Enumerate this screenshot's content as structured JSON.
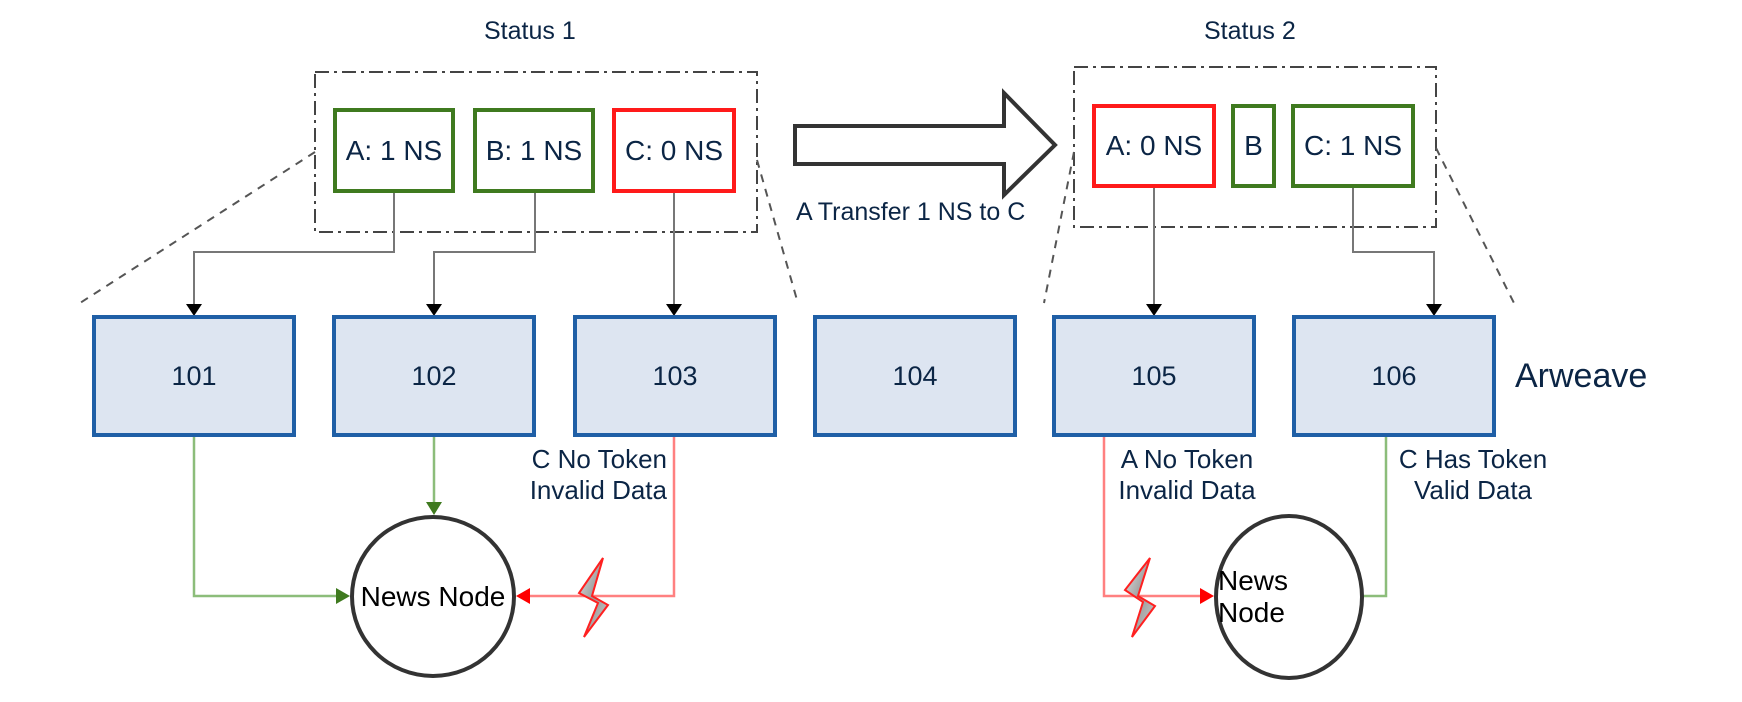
{
  "status1": {
    "title": "Status 1",
    "accounts": [
      {
        "label": "A: 1 NS",
        "state": "valid",
        "color": "#3f7a1f"
      },
      {
        "label": "B: 1 NS",
        "state": "valid",
        "color": "#3f7a1f"
      },
      {
        "label": "C: 0 NS",
        "state": "invalid",
        "color": "#ff1a1a"
      }
    ]
  },
  "status2": {
    "title": "Status 2",
    "accounts": [
      {
        "label": "A: 0 NS",
        "state": "invalid",
        "color": "#ff1a1a"
      },
      {
        "label": "B",
        "state": "valid",
        "color": "#3f7a1f"
      },
      {
        "label": "C: 1 NS",
        "state": "valid",
        "color": "#3f7a1f"
      }
    ]
  },
  "transition": {
    "label": "A Transfer 1 NS to C"
  },
  "chain": {
    "name": "Arweave",
    "blocks": [
      "101",
      "102",
      "103",
      "104",
      "105",
      "106"
    ],
    "block_fill": "#dde5f1",
    "block_border": "#1f5fa6"
  },
  "news_nodes": [
    {
      "label": "News Node"
    },
    {
      "label": "News Node"
    }
  ],
  "annotations": {
    "c_no_token": [
      "C No Token",
      "Invalid Data"
    ],
    "a_no_token": [
      "A No Token",
      "Invalid Data"
    ],
    "c_has_token": [
      "C Has Token",
      "Valid Data"
    ]
  },
  "colors": {
    "valid_line": "#8cbd7a",
    "valid_arrow": "#3f7a1f",
    "invalid_line": "#ff8080",
    "invalid_arrow": "#ff0000",
    "text": "#0b2545"
  }
}
